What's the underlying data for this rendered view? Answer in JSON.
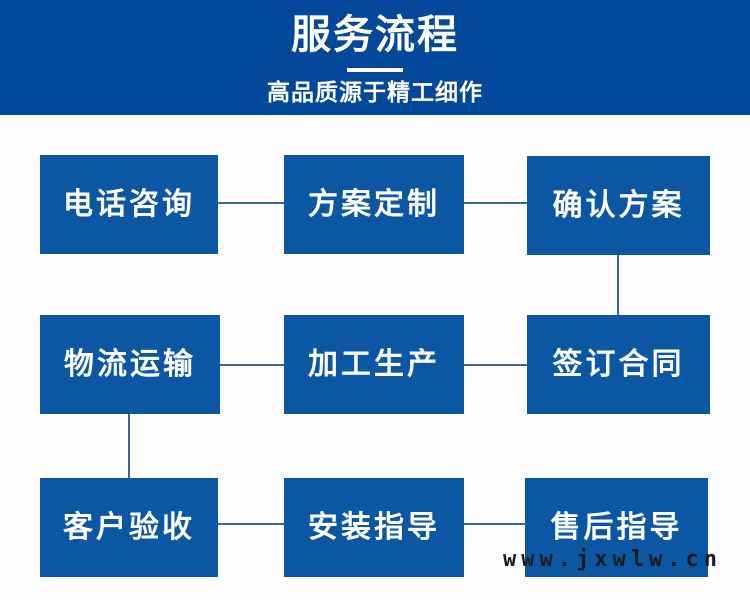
{
  "header": {
    "title": "服务流程",
    "subtitle": "高品质源于精工细作"
  },
  "flow": {
    "steps": [
      {
        "label": "电话咨询"
      },
      {
        "label": "方案定制"
      },
      {
        "label": "确认方案"
      },
      {
        "label": "物流运输"
      },
      {
        "label": "加工生产"
      },
      {
        "label": "签订合同"
      },
      {
        "label": "客户验收"
      },
      {
        "label": "安装指导"
      },
      {
        "label": "售后指导"
      }
    ],
    "sequence": [
      "电话咨询",
      "方案定制",
      "确认方案",
      "签订合同",
      "加工生产",
      "物流运输",
      "客户验收",
      "安装指导",
      "售后指导"
    ]
  },
  "watermark": "www.jxwlw.cn",
  "colors": {
    "banner_blue": "#04489c",
    "box_blue": "#0b57a4",
    "connector_blue": "#3c6595",
    "text_white": "#ffffff",
    "watermark_gray": "#1c1c1c"
  }
}
